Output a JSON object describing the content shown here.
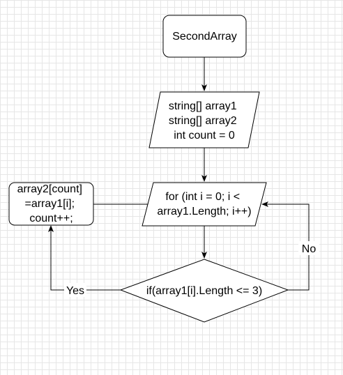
{
  "nodes": {
    "start": {
      "lines": [
        "SecondArray"
      ]
    },
    "declare": {
      "lines": [
        "string[] array1",
        "string[] array2",
        "int count = 0"
      ]
    },
    "loop": {
      "lines": [
        "for (int i = 0; i <",
        "array1.Length; i++)"
      ]
    },
    "condition": {
      "lines": [
        "if(array1[i].Length <= 3)"
      ]
    },
    "assign": {
      "lines": [
        "array2[count]",
        "=array1[i];",
        "count++;"
      ]
    }
  },
  "edges": {
    "yes_label": "Yes",
    "no_label": "No"
  },
  "colors": {
    "stroke": "#000000",
    "fill": "#ffffff",
    "grid": "#e6e6e6"
  }
}
